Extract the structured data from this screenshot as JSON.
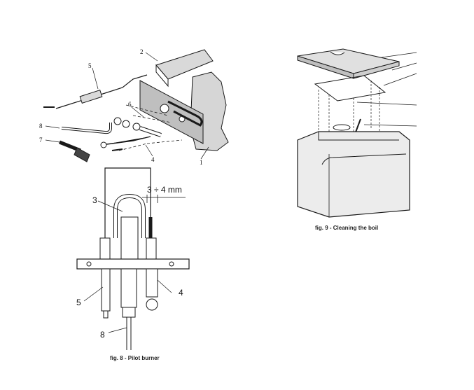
{
  "figure_top": {
    "callouts": [
      "2",
      "5",
      "6",
      "8",
      "7",
      "4",
      "1"
    ]
  },
  "figure_8": {
    "dimension": "3 ÷ 4 mm",
    "callouts": [
      "3",
      "5",
      "4",
      "8"
    ],
    "caption": "fig. 8 - Pilot burner"
  },
  "figure_9": {
    "caption": "fig. 9 - Cleaning the boil"
  },
  "colors": {
    "line": "#1a1a1a",
    "shade": "#d9d9d9",
    "plate": "#bfbfbf"
  }
}
